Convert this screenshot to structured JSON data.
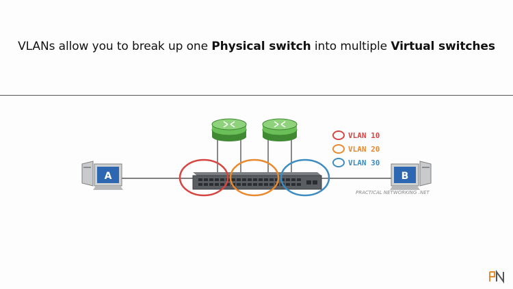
{
  "headline": {
    "part1": "VLANs allow you to break up one ",
    "bold1": "Physical switch",
    "part2": " into multiple ",
    "bold2": "Virtual switches"
  },
  "legend": [
    {
      "label": "VLAN 10",
      "color": "#d64541"
    },
    {
      "label": "VLAN 20",
      "color": "#e8892e"
    },
    {
      "label": "VLAN 30",
      "color": "#3c8cc0"
    }
  ],
  "hosts": {
    "left": {
      "letter": "A"
    },
    "right": {
      "letter": "B"
    }
  },
  "credit": "PRACTICAL NETWORKING .NET",
  "logo": "PN",
  "colors": {
    "router": "#6bbf59",
    "switch_body": "#5a5d62",
    "pc_screen": "#2e67b1",
    "lines": "#555555"
  }
}
